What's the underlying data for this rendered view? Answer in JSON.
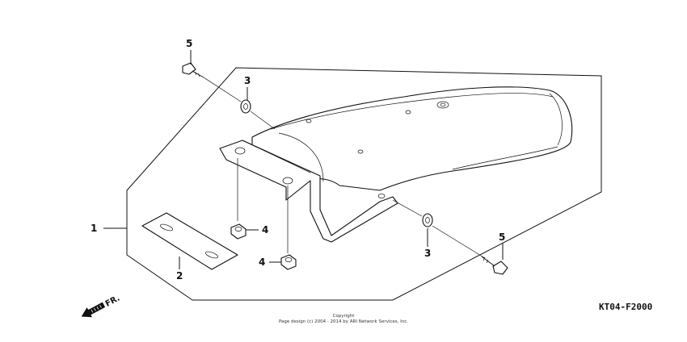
{
  "callouts": {
    "fender_assembly": "1",
    "plate": "2",
    "grommet_upper": "3",
    "grommet_lower": "3",
    "nut_left": "4",
    "nut_right": "4",
    "bolt_upper": "5",
    "bolt_lower": "5"
  },
  "direction_label": "FR.",
  "diagram_code": "KT04-F2000",
  "copyright": {
    "line1": "Copyright",
    "line2": "Page design (c) 2004 - 2014 by ARI Network Services, Inc."
  }
}
